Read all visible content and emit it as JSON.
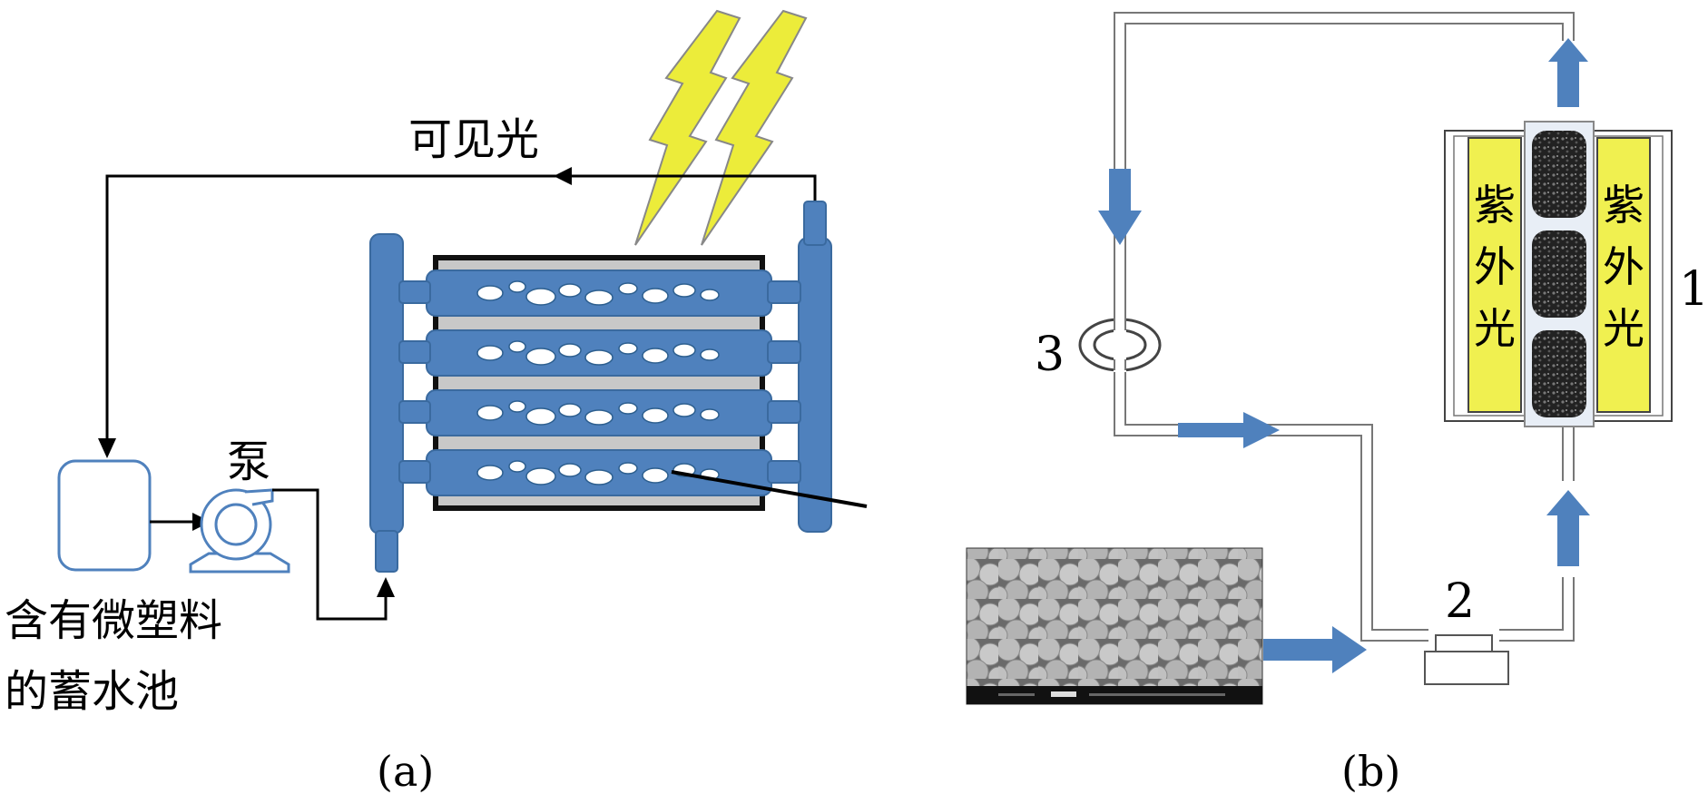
{
  "panel_a": {
    "caption": "(a)",
    "light_label": "可见光",
    "pump_label": "泵",
    "reservoir_label_line1": "含有微塑料",
    "reservoir_label_line2": "的蓄水池"
  },
  "panel_b": {
    "caption": "(b)",
    "uv_left": [
      "紫",
      "外",
      "光"
    ],
    "uv_right": [
      "紫",
      "外",
      "光"
    ],
    "marker_1": "1",
    "marker_2": "2",
    "marker_3": "3"
  },
  "colors": {
    "blue": "#4f81bd",
    "blue_dark": "#3a6a9f",
    "yellow": "#ecec3a",
    "uv_yellow": "#f0f050",
    "black": "#000000"
  }
}
